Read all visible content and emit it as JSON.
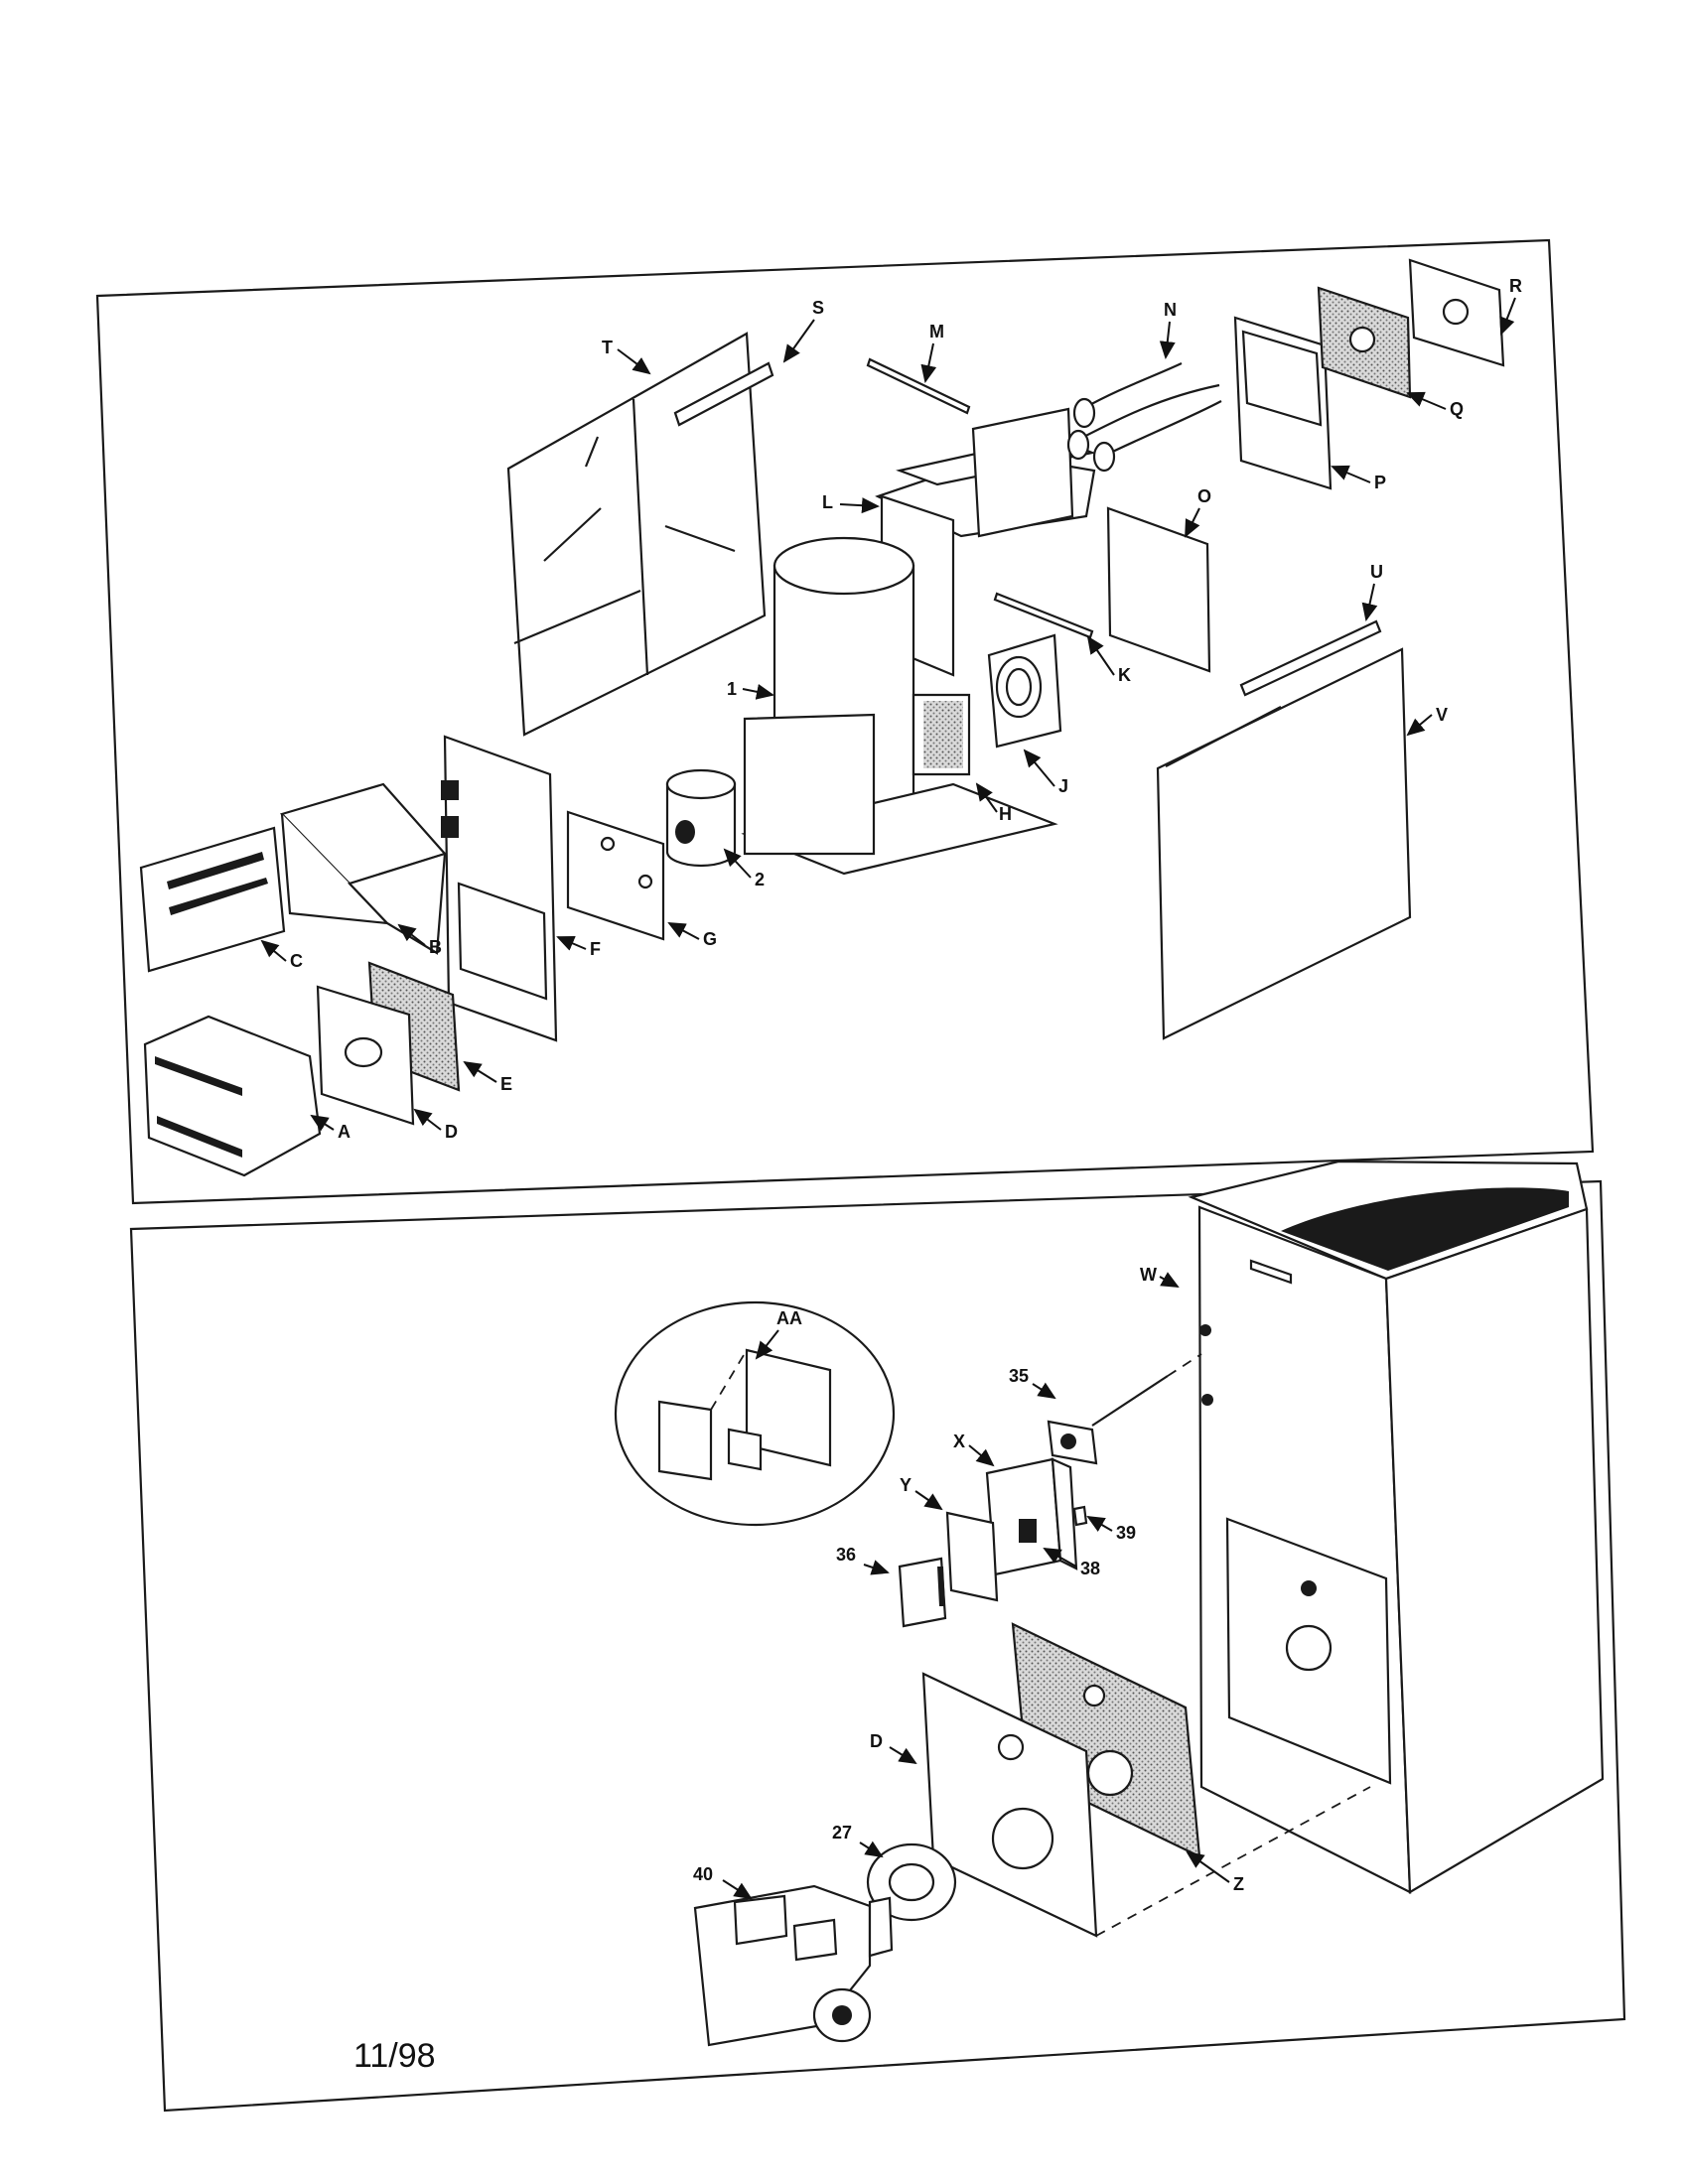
{
  "top_panel": {
    "labels": [
      "S",
      "M",
      "N",
      "R",
      "T",
      "Q",
      "P",
      "L",
      "O",
      "U",
      "1",
      "K",
      "V",
      "J",
      "H",
      "2",
      "C",
      "B",
      "F",
      "G",
      "E",
      "D",
      "A"
    ]
  },
  "bottom_panel": {
    "labels": [
      "W",
      "AA",
      "35",
      "X",
      "Y",
      "39",
      "36",
      "38",
      "D",
      "27",
      "Z",
      "40"
    ],
    "date": "11/98"
  }
}
